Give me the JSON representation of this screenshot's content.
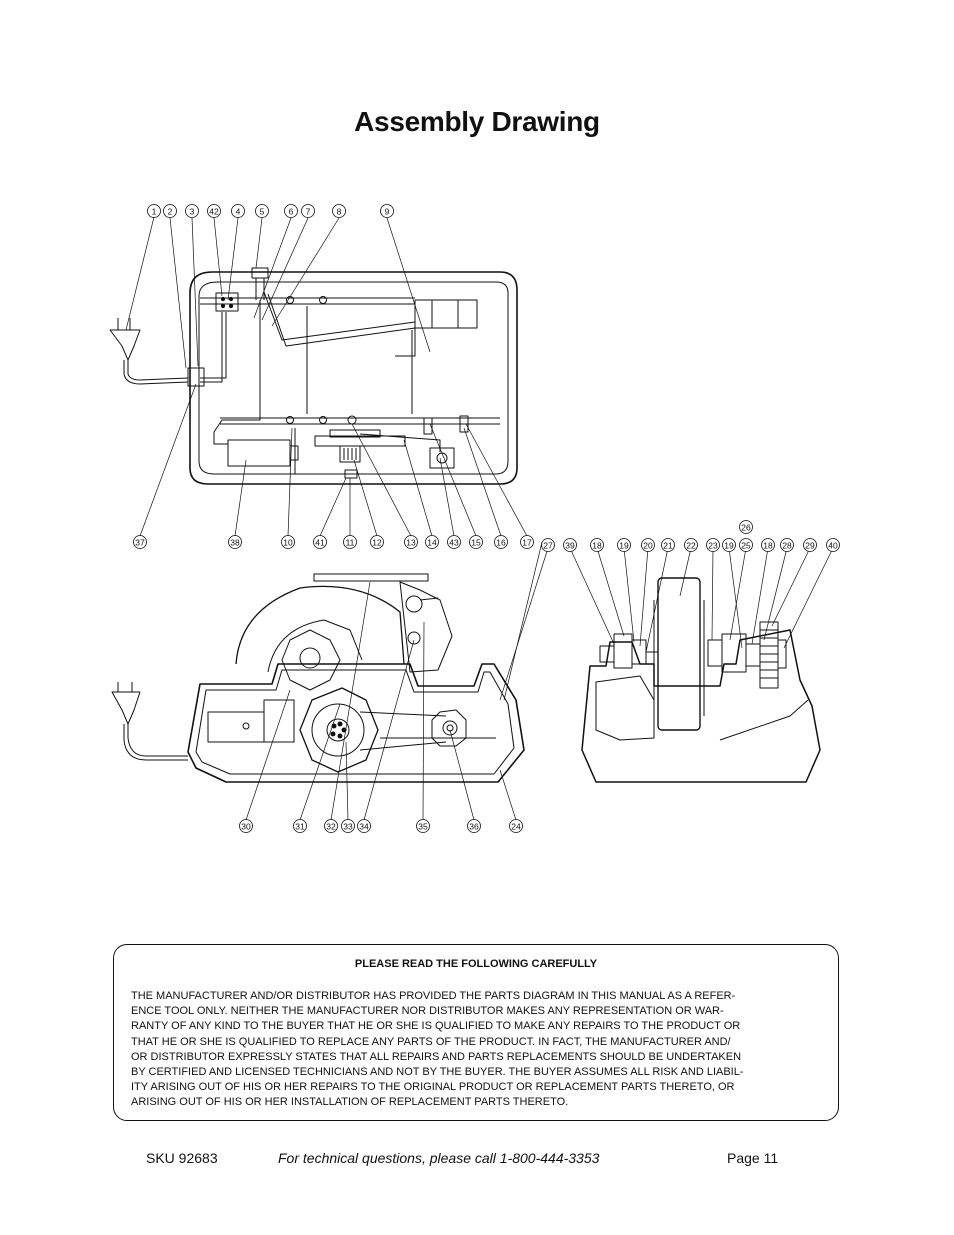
{
  "page": {
    "title": "Assembly Drawing"
  },
  "callouts": {
    "top_row": [
      "1",
      "2",
      "3",
      "42",
      "4",
      "5",
      "6",
      "7",
      "8",
      "9"
    ],
    "middle_row_left": [
      "37",
      "38",
      "10",
      "41",
      "11",
      "12",
      "13",
      "14",
      "43",
      "15",
      "16",
      "17"
    ],
    "middle_row_right": [
      "27",
      "39",
      "18",
      "19",
      "20",
      "21",
      "22",
      "23",
      "19",
      "25",
      "18",
      "28",
      "29",
      "40"
    ],
    "callout_26": "26",
    "bottom_row": [
      "30",
      "31",
      "32",
      "33",
      "34",
      "35",
      "36",
      "24"
    ]
  },
  "notice": {
    "heading": "PLEASE READ THE FOLLOWING CAREFULLY",
    "lines": [
      "THE MANUFACTURER AND/OR DISTRIBUTOR HAS PROVIDED THE PARTS DIAGRAM IN THIS MANUAL AS A REFER-",
      "ENCE TOOL ONLY.  NEITHER THE MANUFACTURER NOR DISTRIBUTOR MAKES ANY REPRESENTATION OR WAR-",
      "RANTY OF ANY KIND TO THE BUYER THAT HE OR SHE IS QUALIFIED TO MAKE ANY REPAIRS TO THE PRODUCT OR",
      "THAT HE OR SHE IS QUALIFIED TO REPLACE ANY PARTS OF THE PRODUCT.  IN FACT, THE MANUFACTURER AND/",
      "OR DISTRIBUTOR EXPRESSLY STATES THAT ALL REPAIRS AND PARTS REPLACEMENTS SHOULD BE UNDERTAKEN",
      "BY CERTIFIED AND LICENSED TECHNICIANS AND NOT BY THE BUYER. THE BUYER ASSUMES ALL RISK AND LIABIL-",
      "ITY ARISING OUT OF HIS OR HER REPAIRS TO THE ORIGINAL PRODUCT OR REPLACEMENT PARTS THERETO, OR",
      "ARISING OUT OF HIS OR HER INSTALLATION OF REPLACEMENT PARTS THERETO."
    ]
  },
  "footer": {
    "sku": "SKU 92683",
    "phone": "For technical questions, please call 1-800-444-3353",
    "page": "Page 11"
  }
}
